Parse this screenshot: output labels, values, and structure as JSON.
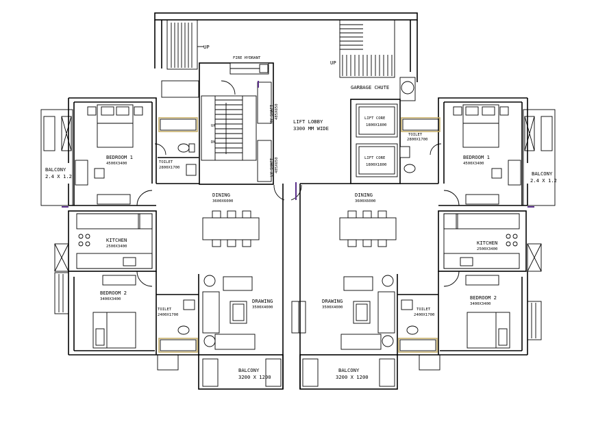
{
  "labels": {
    "up_left": "UP",
    "up_right": "UP",
    "fire_hydrant": "FIRE HYDRANT",
    "garbage_chute": "GARBAGE CHUTE",
    "lift_lobby": "LIFT LOBBY",
    "lift_lobby_size": "3300 MM WIDE",
    "hv_shaft": "HV SHAFT",
    "hv_shaft_size": "485X650",
    "lv_shaft": "LV SHAFT",
    "lv_shaft_size": "485X650",
    "stair_up": "UP",
    "stair_dn": "DN",
    "lift_core_1": "LIFT CORE",
    "lift_core_1_size": "1800X1800",
    "lift_core_2": "LIFT CORE",
    "lift_core_2_size": "1800X1800",
    "bedroom1_left": "BEDROOM 1",
    "bedroom1_left_size": "4500X3400",
    "toilet_left_top": "TOILET",
    "toilet_left_top_size": "2800X1700",
    "balcony_left_side": "BALCONY",
    "balcony_left_side_size": "2.4 X 1.2",
    "dining_left": "DINING",
    "dining_left_size": "3600X6000",
    "kitchen_left": "KITCHEN",
    "kitchen_left_size": "2500X3400",
    "bedroom2_left": "BEDROOM 2",
    "bedroom2_left_size": "3400X3400",
    "toilet_left_bottom": "TOILET",
    "toilet_left_bottom_size": "2400X1700",
    "drawing_left": "DRAWING",
    "drawing_left_size": "3500X4000",
    "balcony_left_bottom": "BALCONY",
    "balcony_left_bottom_size": "3200 X 1200",
    "bedroom1_right": "BEDROOM 1",
    "bedroom1_right_size": "4500X3400",
    "toilet_right_top": "TOILET",
    "toilet_right_top_size": "2800X1700",
    "balcony_right_side": "BALCONY",
    "balcony_right_side_size": "2.4 X 1.2",
    "dining_right": "DINING",
    "dining_right_size": "3600X6000",
    "kitchen_right": "KITCHEN",
    "kitchen_right_size": "2500X3400",
    "bedroom2_right": "BEDROOM 2",
    "bedroom2_right_size": "3400X3400",
    "toilet_right_bottom": "TOILET",
    "toilet_right_bottom_size": "2400X1700",
    "drawing_right": "DRAWING",
    "drawing_right_size": "3500X4000",
    "balcony_right_bottom": "BALCONY",
    "balcony_right_bottom_size": "3200 X 1200"
  },
  "colors": {
    "line": "#000000",
    "door_accent": "#5a2f8a",
    "bathtub_rim": "#c8b06a",
    "background": "#ffffff"
  }
}
